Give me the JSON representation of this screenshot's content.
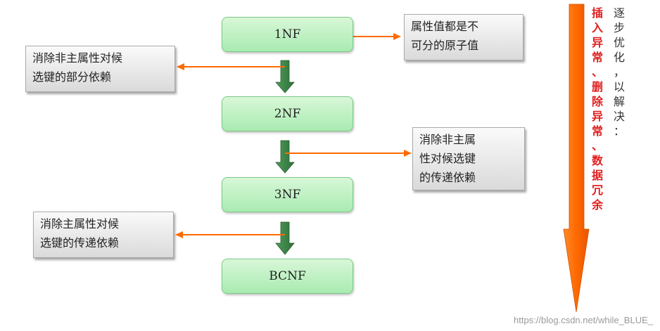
{
  "nodes": {
    "nf1": "1NF",
    "nf2": "2NF",
    "nf3": "3NF",
    "bcnf": "BCNF"
  },
  "notes": {
    "atomic": [
      "属性值都是不",
      "可分的原子值"
    ],
    "partial": [
      "消除非主属性对候",
      "选键的部分依赖"
    ],
    "transitive_nonprime": [
      "消除非主属",
      "性对候选键",
      "的传递依赖"
    ],
    "transitive_prime": [
      "消除主属性对候",
      "选键的传递依赖"
    ]
  },
  "side_text": {
    "black": [
      "逐",
      "步",
      "优",
      "化",
      "，",
      "以",
      "解",
      "决",
      "："
    ],
    "red": [
      "插",
      "入",
      "异",
      "常",
      "、",
      "删",
      "除",
      "异",
      "常",
      "、",
      "数",
      "据",
      "冗",
      "余"
    ]
  },
  "colors": {
    "node_fill": "#b5edba",
    "down_arrow": "#3a7d44",
    "side_arrow": "#ff6a00",
    "big_arrow": "#ff6600",
    "red_text": "#e02020"
  },
  "watermark": "https://blog.csdn.net/while_BLUE_"
}
